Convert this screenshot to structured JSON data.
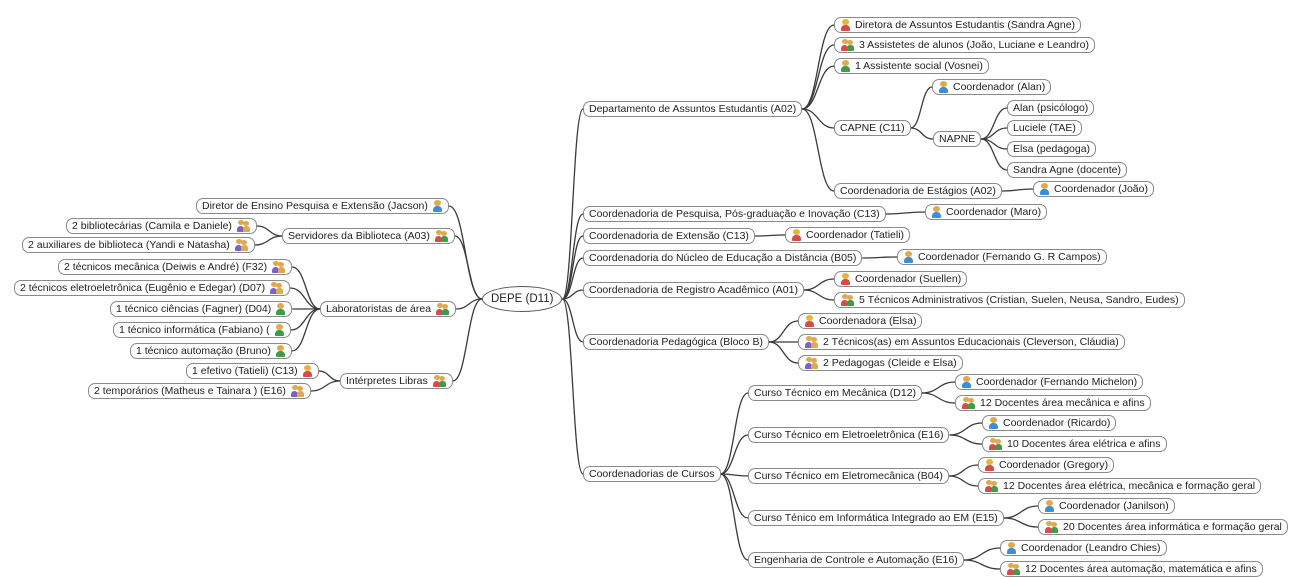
{
  "nodes": [
    {
      "id": "root",
      "text": "DEPE (D11)",
      "icon": "none",
      "kind": "root"
    },
    {
      "id": "dae",
      "text": "Departamento de Assuntos Estudantis (A02)",
      "icon": "none",
      "parent": "root"
    },
    {
      "id": "dae1",
      "text": "Diretora de Assuntos Estudantis (Sandra Agne)",
      "icon": "woman-icon",
      "parent": "dae"
    },
    {
      "id": "dae2",
      "text": "3 Assistetes de alunos (João, Luciane e Leandro)",
      "icon": "group-icon",
      "parent": "dae"
    },
    {
      "id": "dae3",
      "text": "1 Assistente social (Vosnei)",
      "icon": "man-green-icon",
      "parent": "dae"
    },
    {
      "id": "capne",
      "text": "CAPNE (C11)",
      "icon": "none",
      "parent": "dae"
    },
    {
      "id": "capne1",
      "text": "Coordenador (Alan)",
      "icon": "man-icon",
      "parent": "capne"
    },
    {
      "id": "napne",
      "text": "NAPNE",
      "icon": "none",
      "parent": "capne"
    },
    {
      "id": "napne1",
      "text": "Alan (psicólogo)",
      "icon": "none",
      "parent": "napne"
    },
    {
      "id": "napne2",
      "text": "Luciele (TAE)",
      "icon": "none",
      "parent": "napne"
    },
    {
      "id": "napne3",
      "text": "Elsa (pedagoga)",
      "icon": "none",
      "parent": "napne"
    },
    {
      "id": "napne4",
      "text": "Sandra Agne (docente)",
      "icon": "none",
      "parent": "napne"
    },
    {
      "id": "estag",
      "text": "Coordenadoria de Estágios (A02)",
      "icon": "none",
      "parent": "dae"
    },
    {
      "id": "estag1",
      "text": "Coordenador (João)",
      "icon": "man-icon",
      "parent": "estag"
    },
    {
      "id": "cpesq",
      "text": "Coordenadoria de Pesquisa, Pós-graduação e Inovação (C13)",
      "icon": "none",
      "parent": "root"
    },
    {
      "id": "cpesq1",
      "text": "Coordenador (Maro)",
      "icon": "man-icon",
      "parent": "cpesq"
    },
    {
      "id": "cext",
      "text": "Coordenadoria de Extensão (C13)",
      "icon": "none",
      "parent": "root"
    },
    {
      "id": "cext1",
      "text": "Coordenador (Tatieli)",
      "icon": "woman-icon",
      "parent": "cext"
    },
    {
      "id": "cead",
      "text": "Coordenadoria do Núcleo de Educação a Distância (B05)",
      "icon": "none",
      "parent": "root"
    },
    {
      "id": "cead1",
      "text": "Coordenador (Fernando G. R Campos)",
      "icon": "man-icon",
      "parent": "cead"
    },
    {
      "id": "creg",
      "text": "Coordenadoria de Registro Acadêmico (A01)",
      "icon": "none",
      "parent": "root"
    },
    {
      "id": "creg1",
      "text": "Coordenador (Suellen)",
      "icon": "woman-icon",
      "parent": "creg"
    },
    {
      "id": "creg2",
      "text": "5 Técnicos Administrativos (Cristian, Suelen, Neusa, Sandro, Eudes)",
      "icon": "group-icon",
      "parent": "creg"
    },
    {
      "id": "cped",
      "text": "Coordenadoria Pedagógica (Bloco B)",
      "icon": "none",
      "parent": "root"
    },
    {
      "id": "cped1",
      "text": "Coordenadora (Elsa)",
      "icon": "woman-icon",
      "parent": "cped"
    },
    {
      "id": "cped2",
      "text": "2 Técnicos(as) em Assuntos Educacionais (Cleverson, Cláudia)",
      "icon": "duo-icon",
      "parent": "cped"
    },
    {
      "id": "cped3",
      "text": "2 Pedagogas (Cleide e Elsa)",
      "icon": "duo-icon",
      "parent": "cped"
    },
    {
      "id": "ccur",
      "text": "Coordenadorias de Cursos",
      "icon": "none",
      "parent": "root"
    },
    {
      "id": "mec",
      "text": "Curso Técnico em Mecânica (D12)",
      "icon": "none",
      "parent": "ccur"
    },
    {
      "id": "mec1",
      "text": "Coordenador (Fernando Michelon)",
      "icon": "man-icon",
      "parent": "mec"
    },
    {
      "id": "mec2",
      "text": "12 Docentes área mecânica e afins",
      "icon": "group-icon",
      "parent": "mec"
    },
    {
      "id": "ele",
      "text": "Curso Técnico em Eletroeletrônica (E16)",
      "icon": "none",
      "parent": "ccur"
    },
    {
      "id": "ele1",
      "text": "Coordenador (Ricardo)",
      "icon": "man-icon",
      "parent": "ele"
    },
    {
      "id": "ele2",
      "text": "10 Docentes área elétrica e afins",
      "icon": "group-icon",
      "parent": "ele"
    },
    {
      "id": "emc",
      "text": "Curso Técnico em Eletromecânica (B04)",
      "icon": "none",
      "parent": "ccur"
    },
    {
      "id": "emc1",
      "text": "Coordenador (Gregory)",
      "icon": "woman-icon",
      "parent": "emc"
    },
    {
      "id": "emc2",
      "text": "12 Docentes área elétrica, mecânica e formação geral",
      "icon": "group-icon",
      "parent": "emc"
    },
    {
      "id": "inf",
      "text": "Curso Ténico em Informática Integrado ao EM (E15)",
      "icon": "none",
      "parent": "ccur"
    },
    {
      "id": "inf1",
      "text": "Coordenador (Janilson)",
      "icon": "man-icon",
      "parent": "inf"
    },
    {
      "id": "inf2",
      "text": "20 Docentes área informática e formação geral",
      "icon": "group-icon",
      "parent": "inf"
    },
    {
      "id": "eca",
      "text": "Engenharia de Controle e Automação (E16)",
      "icon": "none",
      "parent": "ccur"
    },
    {
      "id": "eca1",
      "text": "Coordenador (Leandro Chies)",
      "icon": "man-icon",
      "parent": "eca"
    },
    {
      "id": "eca2",
      "text": "12 Docentes área automação, matemática e afins",
      "icon": "group-icon",
      "parent": "eca"
    },
    {
      "id": "dir",
      "text": "Diretor de Ensino Pesquisa e Extensão (Jacson)",
      "icon": "man-icon",
      "parent": "root"
    },
    {
      "id": "bib",
      "text": "Servidores da Biblioteca (A03)",
      "icon": "group-icon",
      "parent": "root"
    },
    {
      "id": "bib1",
      "text": "2 bibliotecárias (Camila e Daniele)",
      "icon": "duo-icon",
      "parent": "bib"
    },
    {
      "id": "bib2",
      "text": "2 auxiliares de biblioteca (Yandi e Natasha)",
      "icon": "duo-icon",
      "parent": "bib"
    },
    {
      "id": "lab",
      "text": "Laboratoristas de área",
      "icon": "group-icon",
      "parent": "root"
    },
    {
      "id": "lab1",
      "text": "2 técnicos mecânica (Deiwis e André) (F32)",
      "icon": "duo-icon",
      "parent": "lab"
    },
    {
      "id": "lab2",
      "text": "2 técnicos eletroeletrônica (Eugênio e Edegar) (D07)",
      "icon": "duo-icon",
      "parent": "lab"
    },
    {
      "id": "lab3",
      "text": "1 técnico ciências (Fagner) (D04)",
      "icon": "man-green-icon",
      "parent": "lab"
    },
    {
      "id": "lab4",
      "text": "1 técnico informática (Fabiano) (",
      "icon": "man-green-icon",
      "parent": "lab"
    },
    {
      "id": "lab5",
      "text": "1 técnico automação (Bruno)",
      "icon": "man-green-icon",
      "parent": "lab"
    },
    {
      "id": "lib",
      "text": "Intérpretes Libras",
      "icon": "group-icon",
      "parent": "root"
    },
    {
      "id": "lib1",
      "text": "1 efetivo (Tatieli) (C13)",
      "icon": "woman-icon",
      "parent": "lib"
    },
    {
      "id": "lib2",
      "text": "2 temporários (Matheus e Tainara ) (E16)",
      "icon": "duo-icon",
      "parent": "lib"
    }
  ]
}
